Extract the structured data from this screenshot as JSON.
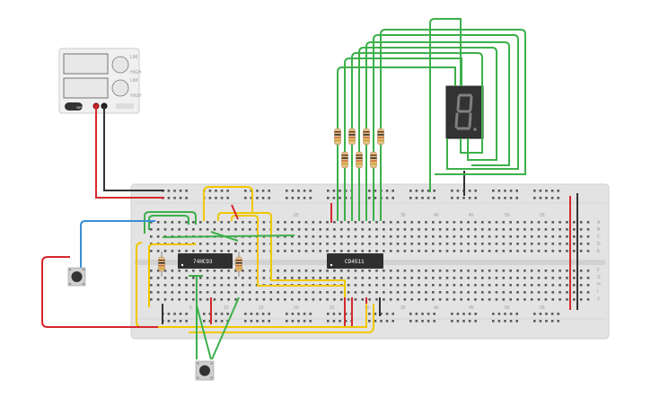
{
  "chips": {
    "counter": {
      "label": "74HC93"
    },
    "decoder": {
      "label": "CD4511"
    }
  },
  "power_supply": {
    "knob1_marks": [
      "LIM",
      "",
      "HIGH"
    ],
    "knob2_marks": [
      "LIM",
      "",
      "HIGH"
    ],
    "button_label": "OFF"
  },
  "breadboard": {
    "top_numbers": [
      "20",
      "35",
      "40",
      "45",
      "50",
      "55"
    ],
    "bottom_numbers": [
      "5",
      "10",
      "15",
      "20",
      "25",
      "30",
      "35",
      "40",
      "45",
      "50",
      "55"
    ],
    "row_letters_top": [
      "A",
      "B",
      "C",
      "D",
      "E"
    ],
    "row_letters_bottom": [
      "F",
      "G",
      "H",
      "I",
      "J"
    ]
  },
  "colors": {
    "wire_red": "#d6282c",
    "wire_black": "#333333",
    "wire_green": "#3db04b",
    "wire_yellow": "#f0c800",
    "wire_blue": "#3a8fd6",
    "board": "#e5e5e5",
    "chip": "#2f2f2f"
  }
}
